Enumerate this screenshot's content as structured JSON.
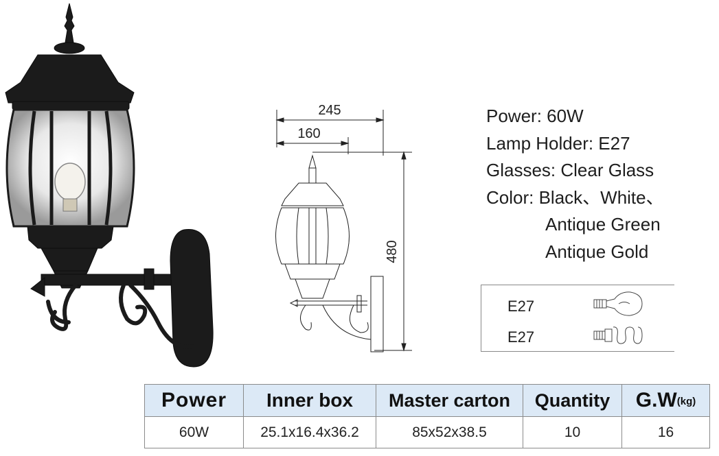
{
  "drawing": {
    "width_total": "245",
    "width_front": "160",
    "height": "480"
  },
  "specs": {
    "power": "Power: 60W",
    "lamp_holder": "Lamp Holder: E27",
    "glasses": "Glasses: Clear Glass",
    "color_line1": "Color: Black、White、",
    "color_line2": "Antique Green",
    "color_line3": "Antique Gold"
  },
  "bulbs": [
    {
      "label": "E27",
      "icon": "incandescent-bulb-icon"
    },
    {
      "label": "E27",
      "icon": "cfl-spiral-bulb-icon"
    }
  ],
  "table": {
    "headers": {
      "power": "Power",
      "inner_box": "Inner box",
      "master_carton": "Master carton",
      "quantity": "Quantity",
      "gw": "G.W",
      "gw_unit": "(kg)"
    },
    "row": {
      "power": "60W",
      "inner_box": "25.1x16.4x36.2",
      "master_carton": "85x52x38.5",
      "quantity": "10",
      "gw": "16"
    }
  },
  "colors": {
    "header_bg": "#dce9f6",
    "lamp_black": "#1b1b1b"
  }
}
